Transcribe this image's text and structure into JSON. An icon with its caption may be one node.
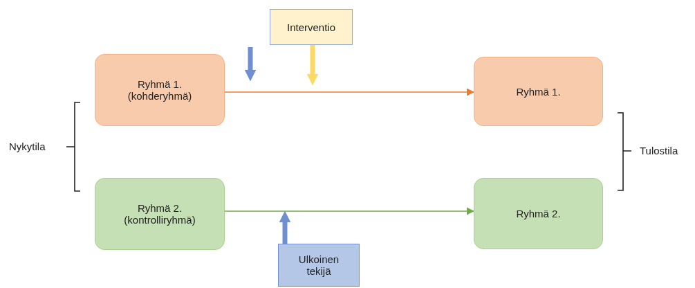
{
  "diagram": {
    "nodes": [
      {
        "text": [
          "Interventio"
        ]
      },
      {
        "text": [
          "Ryhmä 1. (kohderyhmä)"
        ]
      },
      {
        "text": [
          "Ryhmä 1."
        ]
      },
      {
        "text": [
          "Ryhmä 2. (kontrolliryhmä)"
        ]
      },
      {
        "text": [
          "Ryhmä 2."
        ]
      },
      {
        "text": [
          "Ulkoinen tekijä"
        ]
      }
    ],
    "edges": [
      {
        "from": 1,
        "to": 2,
        "arrow": "to",
        "color": "#ed7d31"
      },
      {
        "from": 3,
        "to": 4,
        "arrow": "to",
        "color": "#70ad47"
      },
      {
        "from": 0,
        "to": null,
        "arrow": "to",
        "style": "thick",
        "color": "#ffd966"
      },
      {
        "from": 5,
        "to": null,
        "arrow": "to",
        "style": "thick",
        "color": "#6f8fd0"
      }
    ],
    "labels": [
      "Nykytila",
      "Tulostila"
    ]
  }
}
